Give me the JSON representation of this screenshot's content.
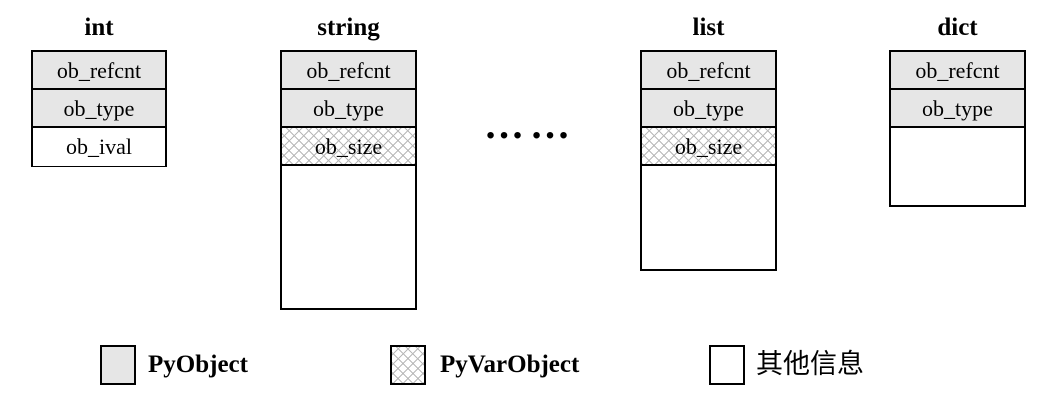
{
  "structs": [
    {
      "title": "int",
      "fields": [
        {
          "label": "ob_refcnt",
          "kind": "PyObject"
        },
        {
          "label": "ob_type",
          "kind": "PyObject"
        },
        {
          "label": "ob_ival",
          "kind": "other"
        }
      ]
    },
    {
      "title": "string",
      "fields": [
        {
          "label": "ob_refcnt",
          "kind": "PyObject"
        },
        {
          "label": "ob_type",
          "kind": "PyObject"
        },
        {
          "label": "ob_size",
          "kind": "PyVarObject"
        }
      ]
    },
    {
      "title": "list",
      "fields": [
        {
          "label": "ob_refcnt",
          "kind": "PyObject"
        },
        {
          "label": "ob_type",
          "kind": "PyObject"
        },
        {
          "label": "ob_size",
          "kind": "PyVarObject"
        }
      ]
    },
    {
      "title": "dict",
      "fields": [
        {
          "label": "ob_refcnt",
          "kind": "PyObject"
        },
        {
          "label": "ob_type",
          "kind": "PyObject"
        }
      ]
    }
  ],
  "ellipsis": "……",
  "legend": [
    {
      "label": "PyObject",
      "fill": "#e6e6e6",
      "pattern": "solid"
    },
    {
      "label": "PyVarObject",
      "fill": "#b9b9b9",
      "pattern": "crosshatch"
    },
    {
      "label": "其他信息",
      "fill": "#ffffff",
      "pattern": "none"
    }
  ]
}
